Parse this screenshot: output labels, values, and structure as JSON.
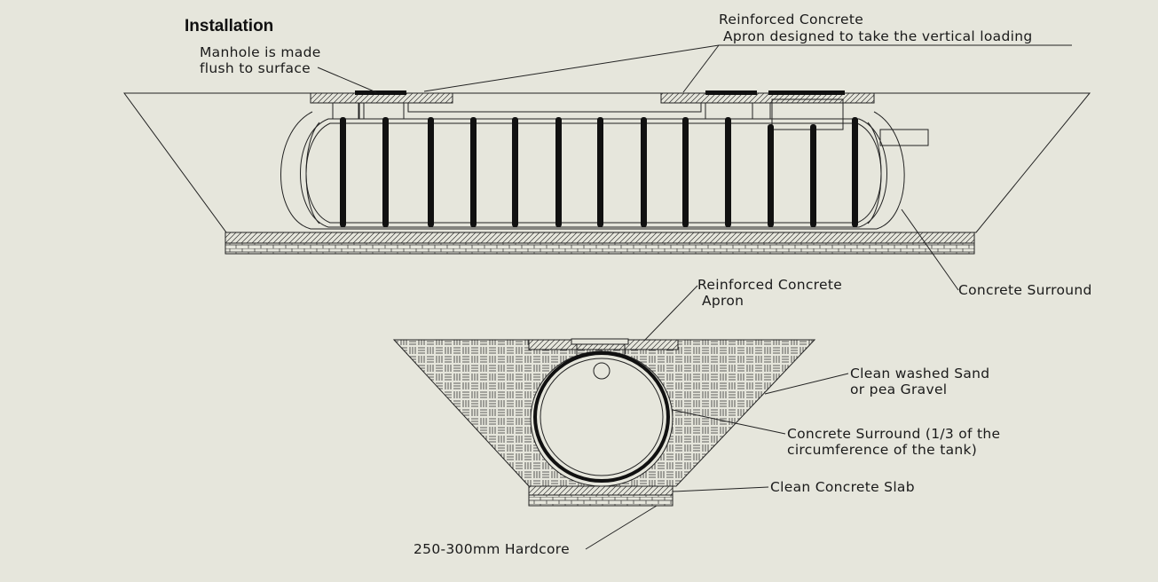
{
  "title": "Installation",
  "labels": {
    "manhole_line1": "Manhole is made",
    "manhole_line2": "flush to surface",
    "apron_top_line1": "Reinforced Concrete",
    "apron_top_line2": "Apron designed to take the vertical loading",
    "surround_top": "Concrete Surround",
    "apron_bottom_line1": "Reinforced Concrete",
    "apron_bottom_line2": "Apron",
    "sand_line1": "Clean washed Sand",
    "sand_line2": "or pea Gravel",
    "surround_bottom_line1": "Concrete Surround (1/3 of the",
    "surround_bottom_line2": "circumference of the tank)",
    "slab": "Clean Concrete Slab",
    "hardcore": "250-300mm Hardcore"
  },
  "colors": {
    "background": "#e6e6dc",
    "line": "#222222",
    "rib": "#111111"
  }
}
